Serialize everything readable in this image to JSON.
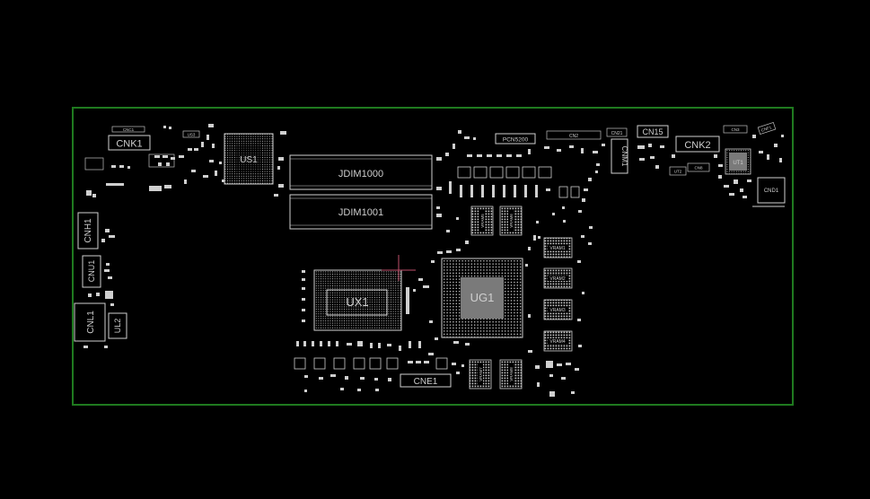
{
  "viewer": {
    "background": "#000000",
    "board_outline_color": "#1f7a1f",
    "silkscreen_color": "#d0d0d0"
  },
  "components": {
    "cnk1": "CNK1",
    "cnk2": "CNK2",
    "cnh1": "CNH1",
    "cnu1": "CNU1",
    "cnl1": "CNL1",
    "ul2": "UL2",
    "jdim1000": "JDIM1000",
    "jdim1001": "JDIM1001",
    "ux1": "UX1",
    "ug1": "UG1",
    "cne1": "CNE1",
    "pcn5200": "PCN5200",
    "cn15": "CN15",
    "cnd1": "CND1",
    "ut1": "UT1",
    "ut2": "UT2",
    "cnf1": "CNF1",
    "cn8": "CN8",
    "cn3": "CN3",
    "cn2": "CN2",
    "cn21": "CN21",
    "cnm1": "CNM1",
    "us1": "US1",
    "us3": "US3",
    "cnc1": "CNC1",
    "vram1": "VRAM1",
    "vram2": "VRAM2",
    "vram3": "VRAM3",
    "vram4": "VRAM4",
    "vram5": "VRAM5",
    "vram6": "VRAM6",
    "vram7": "VRAM7",
    "vram8": "VRAM8"
  }
}
